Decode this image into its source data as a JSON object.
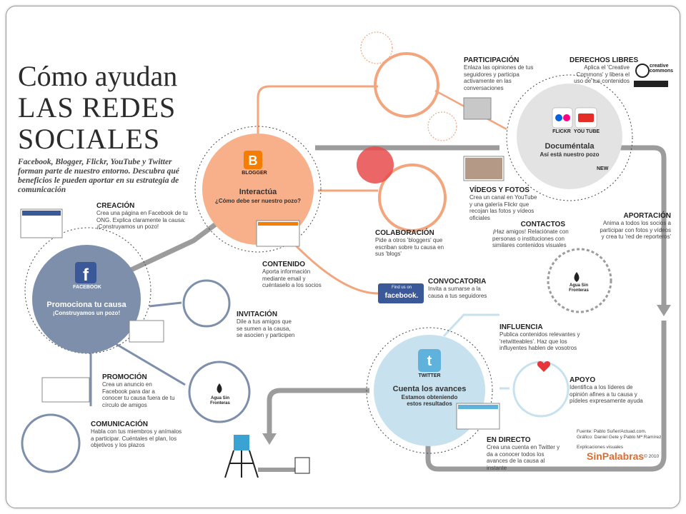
{
  "title": {
    "line1": "Cómo ayudan",
    "line2": "LAS REDES",
    "line3": "SOCIALES"
  },
  "intro": "Facebook, Blogger, Flickr, YouTube y Twitter forman parte de nuestro entorno. Descubra qué beneficios le pueden aportar en su estrategia de comunicación",
  "hubs": {
    "facebook": {
      "icon_label": "FACEBOOK",
      "name": "Promociona tu causa",
      "sub": "¡Construyamos un pozo!"
    },
    "blogger": {
      "icon_label": "BLOGGER",
      "name": "Interactúa",
      "sub": "¿Cómo debe ser nuestro pozo?"
    },
    "flickr": {
      "icon_label_a": "FLICKR",
      "icon_label_b": "YOU TUBE",
      "name": "Documéntala",
      "sub": "Así está nuestro pozo"
    },
    "twitter": {
      "icon_label": "TWITTER",
      "name": "Cuenta los avances",
      "sub": "Estamos obteniendo estos resultados"
    }
  },
  "sections": {
    "creacion": {
      "heading": "CREACIÓN",
      "text": "Crea una página en Facebook de tu ONG. Explica claramente la causa: ¡Construyamos un pozo!"
    },
    "promocion": {
      "heading": "PROMOCIÓN",
      "text": "Crea un anuncio en Facebook para dar a conocer tu causa fuera de tu círculo de amigos"
    },
    "comunicacion": {
      "heading": "COMUNICACIÓN",
      "text": "Habla con tus miembros y anímalos a participar. Cuéntales el plan, los objetivos y los plazos"
    },
    "contenido": {
      "heading": "CONTENIDO",
      "text": "Aporta información mediante email y cuéntaselo a los socios"
    },
    "invitacion": {
      "heading": "INVITACIÓN",
      "text": "Dile a tus amigos que se sumen a la causa, se asocien y participen"
    },
    "participacion": {
      "heading": "PARTICIPACIÓN",
      "text": "Enlaza las opiniones de tus seguidores y participa activamente en las conversaciones"
    },
    "derechos": {
      "heading": "DERECHOS LIBRES",
      "text": "Aplica el 'Creative Commons' y libera el uso de tus contenidos"
    },
    "colaboracion": {
      "heading": "COLABORACIÓN",
      "text": "Pide a otros 'bloggers' que escriban sobre tu causa en sus 'blogs'"
    },
    "videos": {
      "heading": "VÍDEOS Y FOTOS",
      "text": "Crea un canal en YouTube y una galería Flickr que recojan las fotos y vídeos oficiales"
    },
    "contactos": {
      "heading": "CONTACTOS",
      "text": "¡Haz amigos! Relaciónate con personas o instituciones con similares contenidos visuales"
    },
    "aportacion": {
      "heading": "APORTACIÓN",
      "text": "Anima a todos los socios a participar con fotos y vídeos y crea tu 'red de reporteros'"
    },
    "convocatoria": {
      "heading": "CONVOCATORIA",
      "text": "Invita a sumarse a la causa a tus seguidores"
    },
    "influencia": {
      "heading": "INFLUENCIA",
      "text": "Publica contenidos relevantes y 'retwitteables'. Haz que los influyentes hablen de vosotros"
    },
    "apoyo": {
      "heading": "APOYO",
      "text": "Identifica a los líderes de opinión afines a tu causa y pídeles expresamente ayuda"
    },
    "endirecto": {
      "heading": "EN DIRECTO",
      "text": "Crea una cuenta en Twitter y da a conocer todos los avances de la causa al instante"
    }
  },
  "badges": {
    "agua_a": "Agua Sin Fronteras",
    "agua_b": "Agua Sin Fronteras",
    "find_us_small": "Find us on",
    "find_us_brand": "facebook.",
    "cc_brand": "creative commons",
    "new_badge": "NEW"
  },
  "credits": {
    "fuente": "Fuente: Pablo Suñer/Actuad.com.",
    "grafico": "Gráfico: Daniel Gete y Pablo Mª Ramírez",
    "explic": "Explicaciones visuales",
    "brand": "SinPalabras",
    "year": "© 2010"
  },
  "colors": {
    "facebook": "#7e8fab",
    "blogger": "#f7b08a",
    "blogger_line": "#f3a57d",
    "twitter": "#c7e2ee",
    "flow": "#9c9c9c",
    "figure_blue": "#3ba3d4",
    "heart": "#e8353a"
  }
}
